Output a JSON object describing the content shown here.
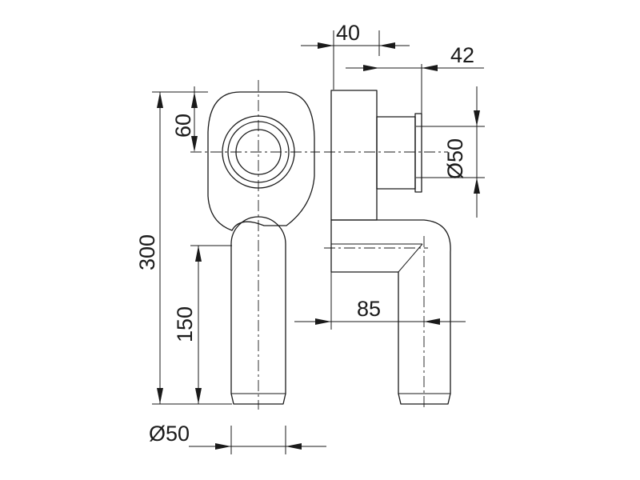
{
  "drawing": {
    "dimensions": {
      "top_width": "40",
      "flange_offset": "42",
      "outlet_diameter": "Ø50",
      "inlet_offset": "60",
      "total_height": "300",
      "lower_height": "150",
      "bend_offset": "85",
      "pipe_diameter": "Ø50"
    }
  }
}
